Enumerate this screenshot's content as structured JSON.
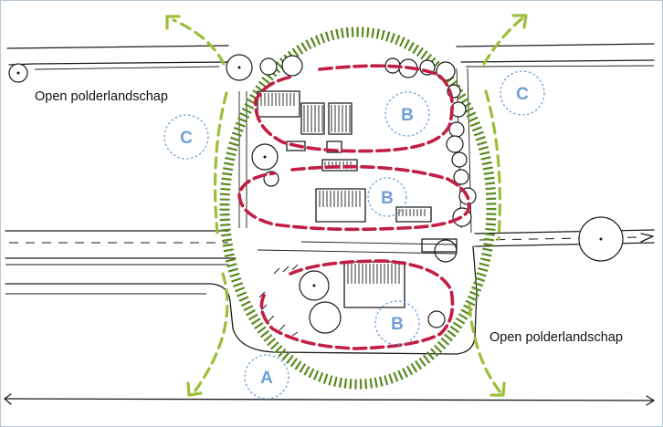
{
  "labels": {
    "open_landscape": "Open polderlandschap",
    "zone_a": "A",
    "zone_b": "B",
    "zone_c": "C"
  },
  "colors": {
    "green_ring": "#5a8a1f",
    "green_arrow": "#9bbf3a",
    "red_zone": "#c21e45",
    "label_blue": "#6f9fd6"
  }
}
